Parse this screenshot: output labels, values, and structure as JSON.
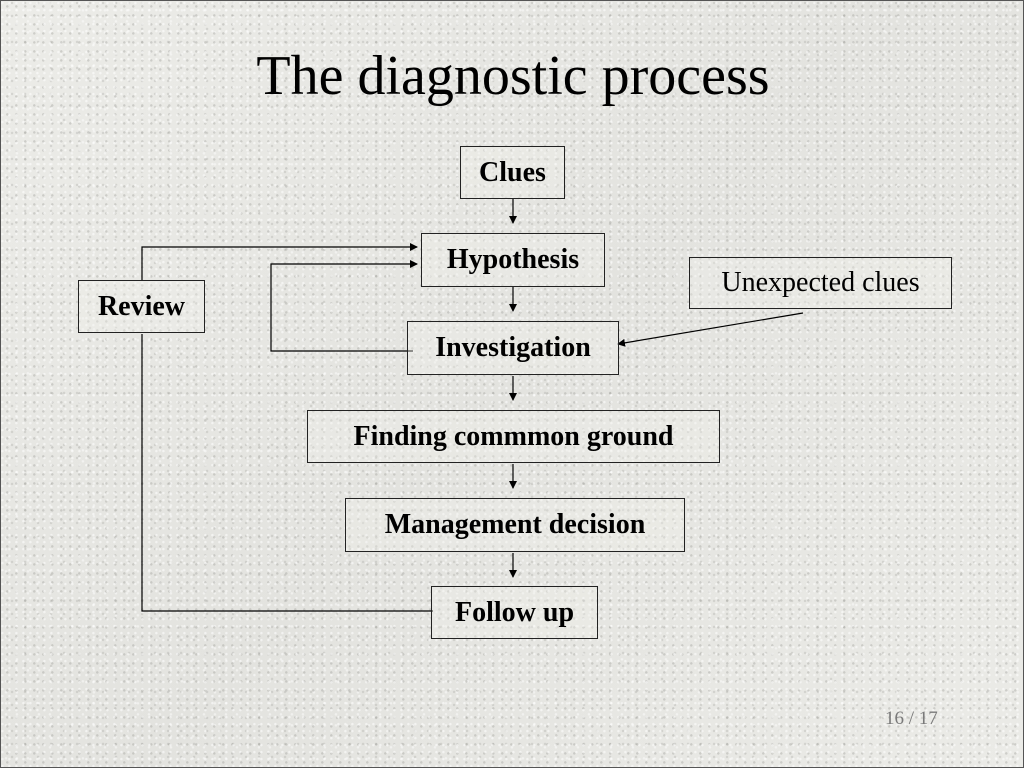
{
  "slide": {
    "title": "The diagnostic process",
    "page_current": "16",
    "page_separator": " / ",
    "page_total": "17"
  },
  "diagram": {
    "nodes": {
      "clues": "Clues",
      "hypothesis": "Hypothesis",
      "investigation": "Investigation",
      "finding_common_ground": "Finding commmon ground",
      "management_decision": "Management decision",
      "follow_up": "Follow up",
      "review": "Review",
      "unexpected_clues": "Unexpected clues"
    },
    "edges": [
      {
        "from": "clues",
        "to": "hypothesis"
      },
      {
        "from": "hypothesis",
        "to": "investigation"
      },
      {
        "from": "investigation",
        "to": "hypothesis"
      },
      {
        "from": "unexpected_clues",
        "to": "investigation"
      },
      {
        "from": "investigation",
        "to": "finding_common_ground"
      },
      {
        "from": "finding_common_ground",
        "to": "management_decision"
      },
      {
        "from": "management_decision",
        "to": "follow_up"
      },
      {
        "from": "follow_up",
        "to": "review"
      },
      {
        "from": "review",
        "to": "hypothesis"
      }
    ]
  }
}
